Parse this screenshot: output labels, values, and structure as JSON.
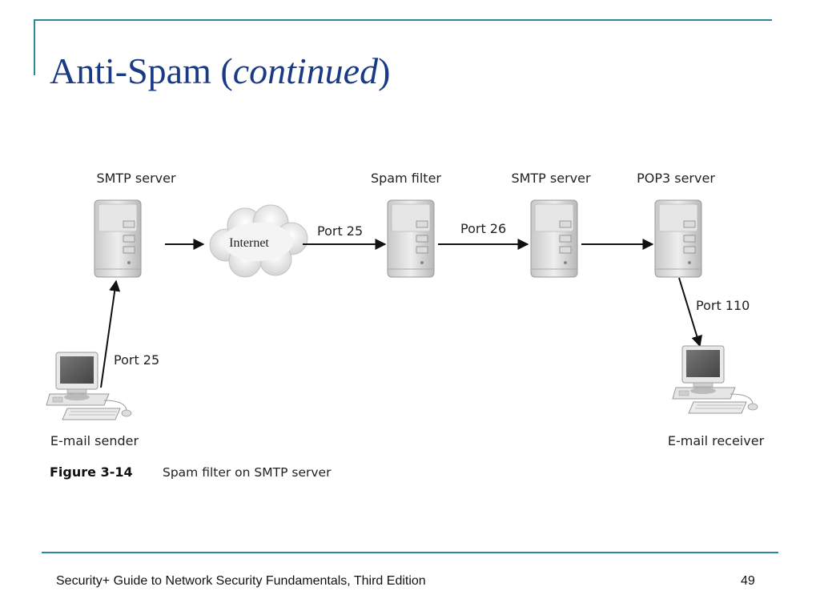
{
  "slide": {
    "title_main": "Anti-Spam (",
    "title_italic": "continued",
    "title_close": ")"
  },
  "diagram": {
    "nodes": {
      "smtp_server_1": "SMTP server",
      "spam_filter": "Spam filter",
      "smtp_server_2": "SMTP server",
      "pop3_server": "POP3 server",
      "internet": "Internet",
      "sender": "E-mail sender",
      "receiver": "E-mail receiver"
    },
    "edges": {
      "sender_to_smtp": "Port 25",
      "internet_to_filter": "Port 25",
      "filter_to_smtp": "Port 26",
      "pop3_to_receiver": "Port 110"
    },
    "caption": {
      "label": "Figure 3-14",
      "text": "Spam filter on SMTP server"
    }
  },
  "footer": {
    "text": "Security+ Guide to Network Security Fundamentals, Third Edition",
    "page": "49"
  },
  "colors": {
    "accent": "#2a8a99",
    "title": "#1a3a86"
  }
}
